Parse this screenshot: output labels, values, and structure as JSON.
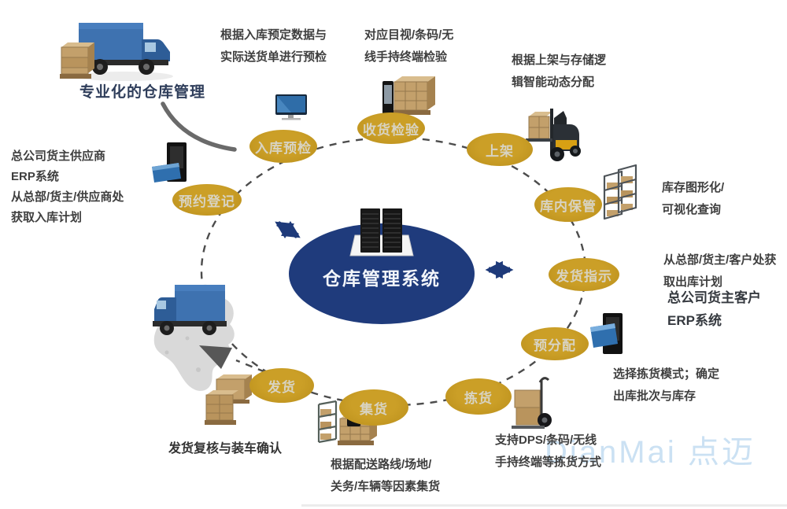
{
  "title": "专业化的仓库管理",
  "center": {
    "label": "仓库管理系统"
  },
  "watermark": "DianMai 点迈",
  "nodes": [
    {
      "label": "预约登记"
    },
    {
      "label": "入库预检"
    },
    {
      "label": "收货检验"
    },
    {
      "label": "上架"
    },
    {
      "label": "库内保管"
    },
    {
      "label": "发货指示"
    },
    {
      "label": "预分配"
    },
    {
      "label": "拣货"
    },
    {
      "label": "集货"
    },
    {
      "label": "发货"
    }
  ],
  "annotations": {
    "inbound_erp": {
      "lines": [
        "总公司货主供应商",
        "ERP系统",
        "从总部/货主/供应商处",
        "获取入库计划"
      ]
    },
    "inbound_precheck": {
      "lines": [
        "根据入库预定数据与",
        "实际送货单进行预检"
      ]
    },
    "receiving_inspection": {
      "lines": [
        "对应目视/条码/无",
        "线手持终端检验"
      ]
    },
    "putaway": {
      "lines": [
        "根据上架与存储逻",
        "辑智能动态分配"
      ]
    },
    "inventory_visual": {
      "lines": [
        "库存图形化/",
        "可视化查询"
      ]
    },
    "outbound_plan": {
      "lines": [
        "从总部/货主/客户处获",
        "取出库计划"
      ]
    },
    "outbound_erp": {
      "lines": [
        "总公司货主客户",
        "ERP系统"
      ]
    },
    "picking_mode": {
      "lines": [
        "选择拣货模式；确定",
        "出库批次与库存"
      ]
    },
    "picking_support": {
      "lines": [
        "支持DPS/条码/无线",
        "手持终端等拣货方式"
      ]
    },
    "consolidation": {
      "lines": [
        "根据配送路线/场地/",
        "关务/车辆等因素集货"
      ]
    },
    "shipping_confirm": {
      "lines": [
        "发货复核与装车确认"
      ]
    }
  },
  "colors": {
    "node_fill": "#C2961F",
    "node_text": "#D8D3C2",
    "center_fill": "#1F3B7C",
    "center_text": "#F2F5FA",
    "dash_line": "#4C4C4C",
    "annotation_text": "#3F3F3F",
    "watermark_text": "#CBE1F3",
    "arrow_blue": "#1E3A7A"
  }
}
